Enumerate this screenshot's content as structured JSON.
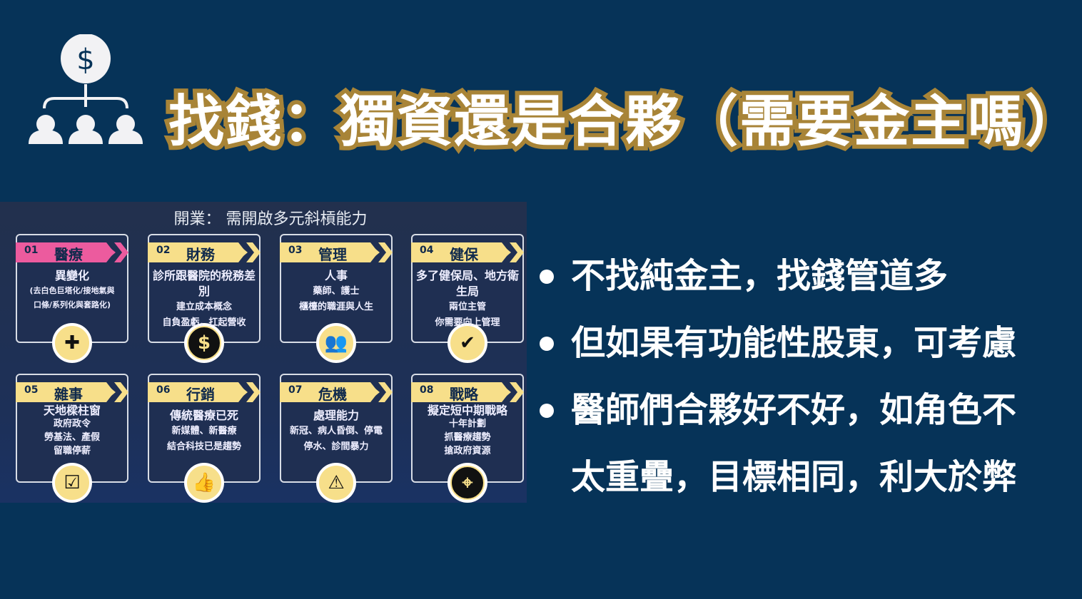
{
  "title": "找錢：獨資還是合夥（需要金主嗎）",
  "icon": "dollar-network-icon",
  "colors": {
    "background": "#063358",
    "title_stroke": "#a88437",
    "banner_yellow": "#f7df8a",
    "banner_pink": "#ec5b9e"
  },
  "panel": {
    "title": "開業： 需開啟多元斜槓能力",
    "cards": [
      {
        "num": "01",
        "name": "醫療",
        "color": "#ec5b9e",
        "lines": [
          "異變化",
          "(去白色巨塔化/接地氣與",
          "口條/系列化與套路化)"
        ],
        "icon": "medical-cross-icon"
      },
      {
        "num": "02",
        "name": "財務",
        "color": "#f7df8a",
        "lines": [
          "診所跟醫院的稅務差別",
          "建立成本概念",
          "自負盈虧，扛起營收"
        ],
        "icon": "dollar-coin-icon"
      },
      {
        "num": "03",
        "name": "管理",
        "color": "#f7df8a",
        "lines": [
          "人事",
          "藥師、護士",
          "櫃檯的職涯與人生"
        ],
        "icon": "team-icon"
      },
      {
        "num": "04",
        "name": "健保",
        "color": "#f7df8a",
        "lines": [
          "多了健保局、地方衛生局",
          "兩位主管",
          "你需要向上管理"
        ],
        "icon": "shield-check-icon"
      },
      {
        "num": "05",
        "name": "雜事",
        "color": "#f7df8a",
        "lines": [
          "天地樑柱窗",
          "政府政令",
          "勞基法、產假",
          "留職停薪"
        ],
        "icon": "checklist-icon"
      },
      {
        "num": "06",
        "name": "行銷",
        "color": "#f7df8a",
        "lines": [
          "傳統醫療已死",
          "新媒體、新醫療",
          "結合科技已是趨勢"
        ],
        "icon": "social-media-icon"
      },
      {
        "num": "07",
        "name": "危機",
        "color": "#f7df8a",
        "lines": [
          "處理能力",
          "新冠、病人昏倒、停電",
          "停水、診間暴力"
        ],
        "icon": "warning-icon"
      },
      {
        "num": "08",
        "name": "戰略",
        "color": "#f7df8a",
        "lines": [
          "擬定短中期戰略",
          "十年計劃",
          "抓醫療趨勢",
          "搶政府資源"
        ],
        "icon": "target-icon"
      }
    ]
  },
  "bullets": [
    "不找純金主，找錢管道多",
    "但如果有功能性股東，可考慮",
    "醫師們合夥好不好，如角色不",
    "太重疊，目標相同，利大於弊"
  ]
}
